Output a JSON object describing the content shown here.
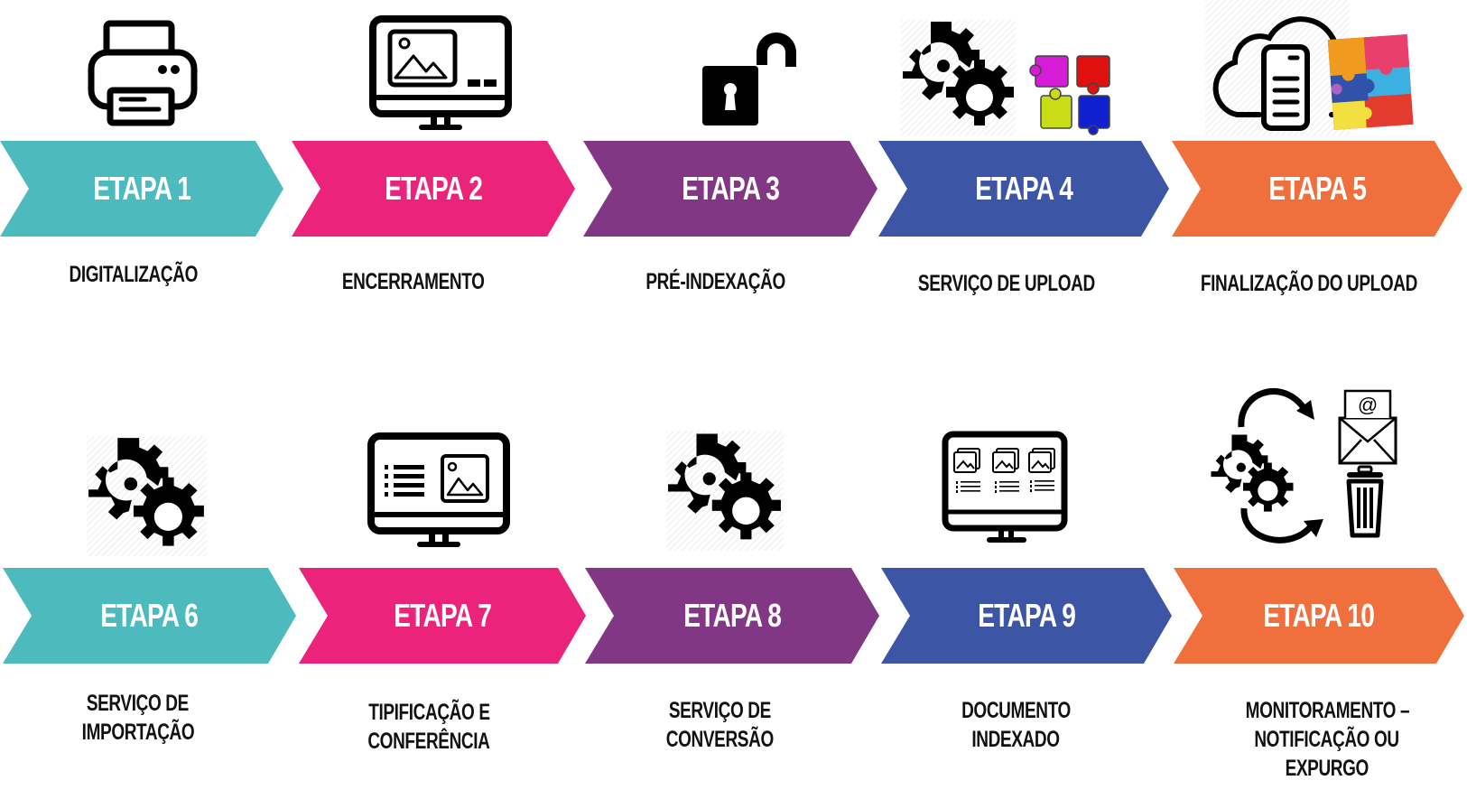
{
  "title": "Fluxo de etapas do processo de digitalização",
  "colors": {
    "teal": "#4DBBBD",
    "pink": "#EB237B",
    "purple": "#823784",
    "blue": "#3C55A5",
    "orange": "#F0703D",
    "text": "#111111"
  },
  "steps": [
    {
      "label": "ETAPA 1",
      "description_lines": [
        "DIGITALIZAÇÃO"
      ],
      "icon": "printer-icon",
      "color": "#4DBBBD"
    },
    {
      "label": "ETAPA 2",
      "description_lines": [
        "ENCERRAMENTO"
      ],
      "icon": "monitor-image-icon",
      "color": "#EB237B"
    },
    {
      "label": "ETAPA 3",
      "description_lines": [
        "PRÉ-INDEXAÇÃO"
      ],
      "icon": "unlocked-padlock-icon",
      "color": "#823784"
    },
    {
      "label": "ETAPA 4",
      "description_lines": [
        "SERVIÇO DE UPLOAD"
      ],
      "icon": "gears-puzzle-icon",
      "color": "#3C55A5"
    },
    {
      "label": "ETAPA 5",
      "description_lines": [
        "FINALIZAÇÃO DO UPLOAD"
      ],
      "icon": "cloud-server-puzzle-icon",
      "color": "#F0703D"
    },
    {
      "label": "ETAPA 6",
      "description_lines": [
        "SERVIÇO DE",
        "IMPORTAÇÃO"
      ],
      "icon": "gears-icon",
      "color": "#4DBBBD"
    },
    {
      "label": "ETAPA 7",
      "description_lines": [
        "TIPIFICAÇÃO E",
        "CONFERÊNCIA"
      ],
      "icon": "monitor-list-image-icon",
      "color": "#EB237B"
    },
    {
      "label": "ETAPA 8",
      "description_lines": [
        "SERVIÇO DE",
        "CONVERSÃO"
      ],
      "icon": "gears-icon",
      "color": "#823784"
    },
    {
      "label": "ETAPA 9",
      "description_lines": [
        "DOCUMENTO",
        "INDEXADO"
      ],
      "icon": "monitor-gallery-icon",
      "color": "#3C55A5"
    },
    {
      "label": "ETAPA 10",
      "description_lines": [
        "MONITORAMENTO –",
        "NOTIFICAÇÃO OU",
        "EXPURGO"
      ],
      "icon": "gears-email-trash-icon",
      "color": "#F0703D"
    }
  ]
}
